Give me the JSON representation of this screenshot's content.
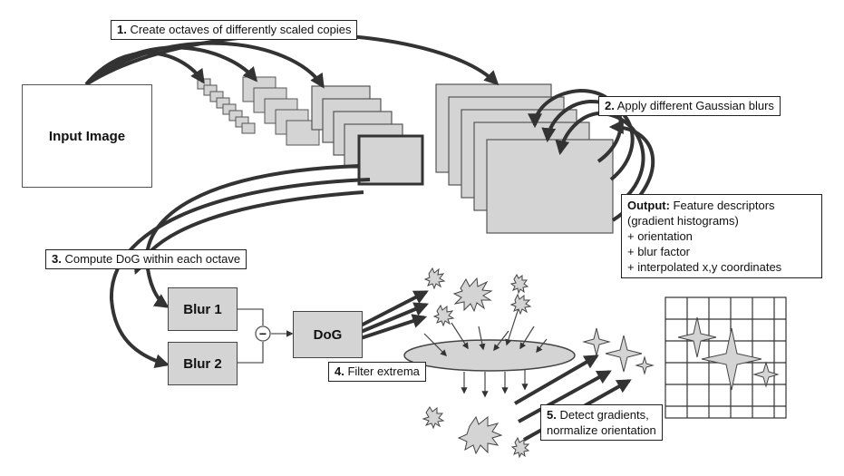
{
  "steps": {
    "s1": {
      "num": "1.",
      "text": " Create octaves of differently scaled copies"
    },
    "s2": {
      "num": "2.",
      "text": " Apply different Gaussian blurs"
    },
    "s3": {
      "num": "3.",
      "text": " Compute DoG within each octave"
    },
    "s4": {
      "num": "4.",
      "text": " Filter extrema"
    },
    "s5": {
      "num": "5.",
      "text_line1": " Detect gradients,",
      "text_line2": "normalize orientation"
    }
  },
  "boxes": {
    "input_image": "Input Image",
    "blur1": "Blur 1",
    "blur2": "Blur 2",
    "dog": "DoG",
    "minus_sign": "−"
  },
  "output": {
    "heading": "Output:",
    "heading_rest": " Feature descriptors",
    "line2": "(gradient histograms)",
    "line3": "+ orientation",
    "line4": "+ blur factor",
    "line5": "+ interpolated x,y coordinates"
  },
  "colors": {
    "box_fill": "#d4d4d4",
    "arrow": "#333333",
    "line": "#555555"
  }
}
